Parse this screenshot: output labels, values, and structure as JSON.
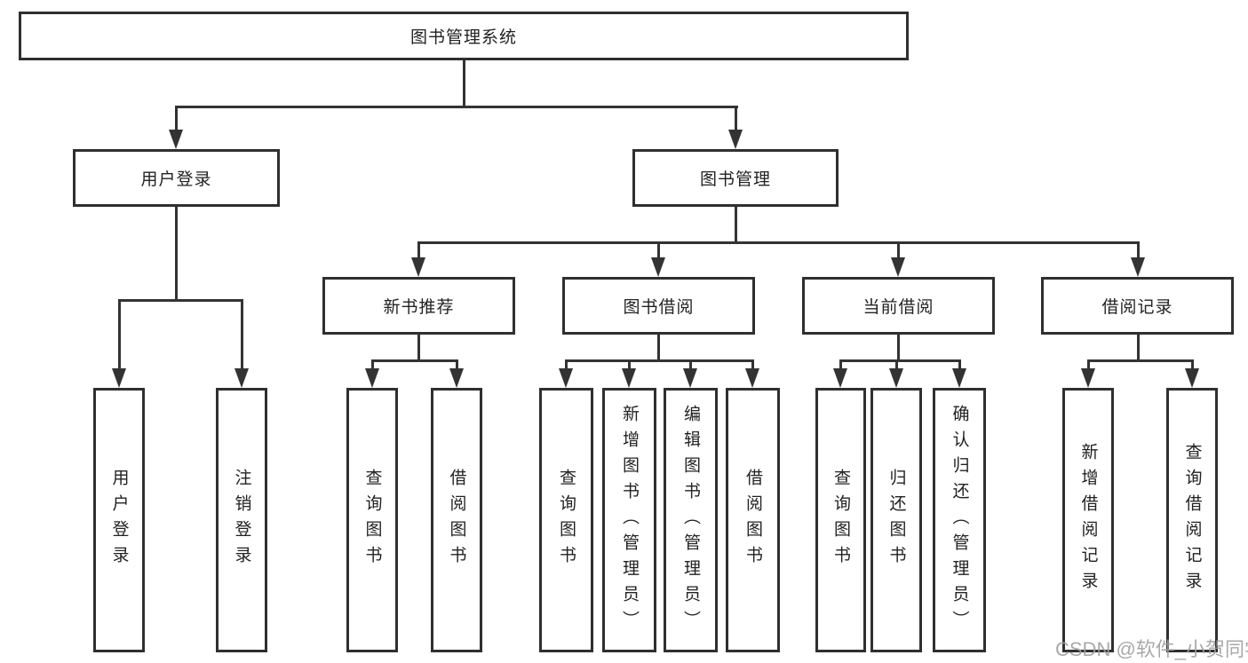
{
  "colors": {
    "line": "#333333",
    "border": "#2f2f2f",
    "text": "#222222",
    "watermark": "#a0a0a0",
    "background": "#ffffff"
  },
  "root": {
    "label": "图书管理系统"
  },
  "level2": [
    {
      "label": "用户登录"
    },
    {
      "label": "图书管理"
    }
  ],
  "level3": [
    {
      "label": "新书推荐"
    },
    {
      "label": "图书借阅"
    },
    {
      "label": "当前借阅"
    },
    {
      "label": "借阅记录"
    }
  ],
  "leaves": [
    {
      "label": "用户登录"
    },
    {
      "label": "注销登录"
    },
    {
      "label": "查询图书"
    },
    {
      "label": "借阅图书"
    },
    {
      "label": "查询图书"
    },
    {
      "label": "新增图书（管理员）"
    },
    {
      "label": "编辑图书（管理员）"
    },
    {
      "label": "借阅图书"
    },
    {
      "label": "查询图书"
    },
    {
      "label": "归还图书"
    },
    {
      "label": "确认归还（管理员）"
    },
    {
      "label": "新增借阅记录"
    },
    {
      "label": "查询借阅记录"
    }
  ],
  "watermark": "CSDN @软件_小贺同学"
}
